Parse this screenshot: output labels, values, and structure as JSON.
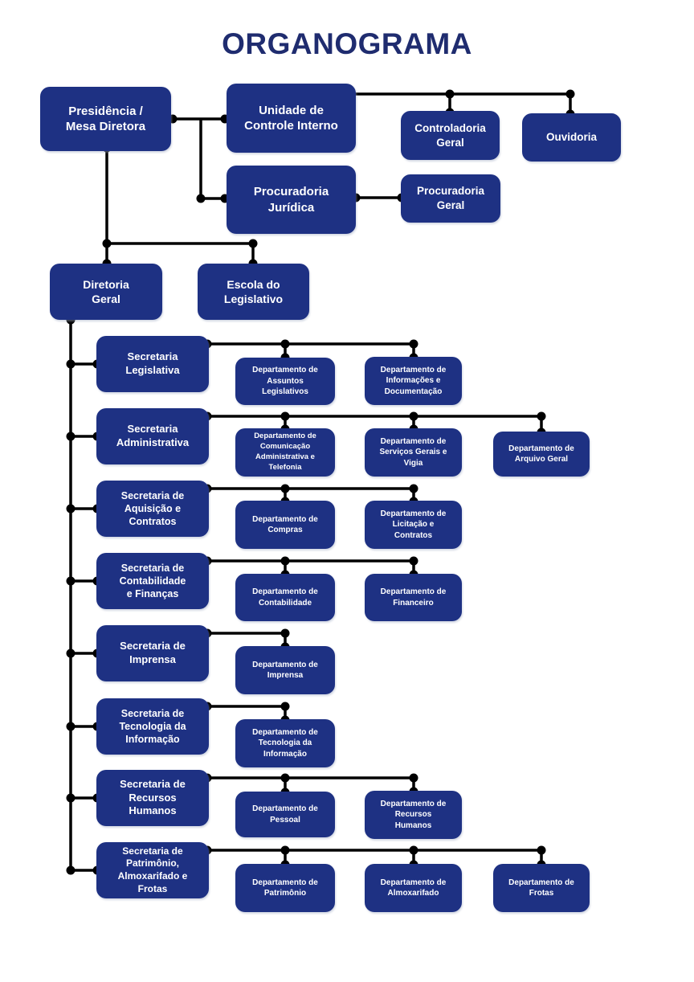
{
  "title": "ORGANOGRAMA",
  "colors": {
    "box_fill": "#1e3183",
    "box_text": "#ffffff",
    "title_text": "#1f2c6f",
    "connector": "#000000",
    "background": "#ffffff"
  },
  "nodes": {
    "presidencia": {
      "label": "Presidência /\nMesa Diretora"
    },
    "unidade_controle_interno": {
      "label": "Unidade de\nControle Interno"
    },
    "controladoria_geral": {
      "label": "Controladoria\nGeral"
    },
    "ouvidoria": {
      "label": "Ouvidoria"
    },
    "procuradoria_juridica": {
      "label": "Procuradoria\nJurídica"
    },
    "procuradoria_geral": {
      "label": "Procuradoria\nGeral"
    },
    "diretoria_geral": {
      "label": "Diretoria\nGeral"
    },
    "escola_legislativo": {
      "label": "Escola do\nLegislativo"
    },
    "sec_legislativa": {
      "label": "Secretaria\nLegislativa"
    },
    "sec_administrativa": {
      "label": "Secretaria\nAdministrativa"
    },
    "sec_aquisicao": {
      "label": "Secretaria de\nAquisição e\nContratos"
    },
    "sec_contabilidade": {
      "label": "Secretaria de\nContabilidade\ne Finanças"
    },
    "sec_imprensa": {
      "label": "Secretaria de\nImprensa"
    },
    "sec_tecnologia": {
      "label": "Secretaria de\nTecnologia da\nInformação"
    },
    "sec_recursos_humanos": {
      "label": "Secretaria de\nRecursos\nHumanos"
    },
    "sec_patrimonio": {
      "label": "Secretaria de\nPatrimônio,\nAlmoxarifado e\nFrotas"
    },
    "dep_assuntos_legislativos": {
      "label": "Departamento de\nAssuntos\nLegislativos"
    },
    "dep_informacoes_documentacao": {
      "label": "Departamento de\nInformações e\nDocumentação"
    },
    "dep_comunicacao": {
      "label": "Departamento de\nComunicação\nAdministrativa e\nTelefonia"
    },
    "dep_servicos_gerais": {
      "label": "Departamento de\nServiços Gerais e\nVigia"
    },
    "dep_arquivo_geral": {
      "label": "Departamento de\nArquivo Geral"
    },
    "dep_compras": {
      "label": "Departamento de\nCompras"
    },
    "dep_licitacao_contratos": {
      "label": "Departamento de\nLicitação e\nContratos"
    },
    "dep_contabilidade": {
      "label": "Departamento de\nContabilidade"
    },
    "dep_financeiro": {
      "label": "Departamento de\nFinanceiro"
    },
    "dep_imprensa": {
      "label": "Departamento de\nImprensa"
    },
    "dep_tecnologia": {
      "label": "Departamento de\nTecnologia da\nInformação"
    },
    "dep_pessoal": {
      "label": "Departamento de\nPessoal"
    },
    "dep_recursos_humanos": {
      "label": "Departamento de\nRecursos\nHumanos"
    },
    "dep_patrimonio": {
      "label": "Departamento de\nPatrimônio"
    },
    "dep_almoxarifado": {
      "label": "Departamento de\nAlmoxarifado"
    },
    "dep_frotas": {
      "label": "Departamento de\nFrotas"
    }
  },
  "edges": [
    [
      "presidencia",
      "unidade_controle_interno"
    ],
    [
      "presidencia",
      "procuradoria_juridica"
    ],
    [
      "unidade_controle_interno",
      "controladoria_geral"
    ],
    [
      "unidade_controle_interno",
      "ouvidoria"
    ],
    [
      "procuradoria_juridica",
      "procuradoria_geral"
    ],
    [
      "presidencia",
      "diretoria_geral"
    ],
    [
      "presidencia",
      "escola_legislativo"
    ],
    [
      "diretoria_geral",
      "sec_legislativa"
    ],
    [
      "diretoria_geral",
      "sec_administrativa"
    ],
    [
      "diretoria_geral",
      "sec_aquisicao"
    ],
    [
      "diretoria_geral",
      "sec_contabilidade"
    ],
    [
      "diretoria_geral",
      "sec_imprensa"
    ],
    [
      "diretoria_geral",
      "sec_tecnologia"
    ],
    [
      "diretoria_geral",
      "sec_recursos_humanos"
    ],
    [
      "diretoria_geral",
      "sec_patrimonio"
    ],
    [
      "sec_legislativa",
      "dep_assuntos_legislativos"
    ],
    [
      "sec_legislativa",
      "dep_informacoes_documentacao"
    ],
    [
      "sec_administrativa",
      "dep_comunicacao"
    ],
    [
      "sec_administrativa",
      "dep_servicos_gerais"
    ],
    [
      "sec_administrativa",
      "dep_arquivo_geral"
    ],
    [
      "sec_aquisicao",
      "dep_compras"
    ],
    [
      "sec_aquisicao",
      "dep_licitacao_contratos"
    ],
    [
      "sec_contabilidade",
      "dep_contabilidade"
    ],
    [
      "sec_contabilidade",
      "dep_financeiro"
    ],
    [
      "sec_imprensa",
      "dep_imprensa"
    ],
    [
      "sec_tecnologia",
      "dep_tecnologia"
    ],
    [
      "sec_recursos_humanos",
      "dep_pessoal"
    ],
    [
      "sec_recursos_humanos",
      "dep_recursos_humanos"
    ],
    [
      "sec_patrimonio",
      "dep_patrimonio"
    ],
    [
      "sec_patrimonio",
      "dep_almoxarifado"
    ],
    [
      "sec_patrimonio",
      "dep_frotas"
    ]
  ]
}
